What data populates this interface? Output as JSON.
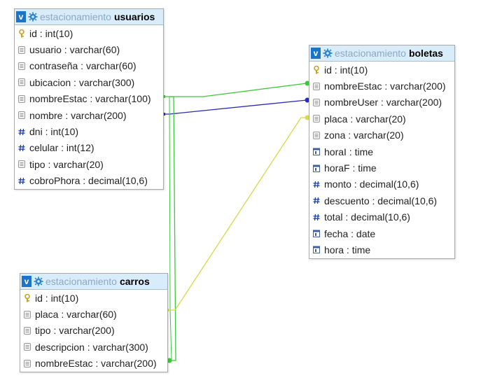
{
  "tables": [
    {
      "id": "usuarios",
      "db": "estacionamiento",
      "name": "usuarios",
      "columns": [
        {
          "text": "id : int(10)",
          "type": "key"
        },
        {
          "text": "usuario : varchar(60)",
          "type": "text"
        },
        {
          "text": "contraseña : varchar(60)",
          "type": "text"
        },
        {
          "text": "ubicacion : varchar(300)",
          "type": "text"
        },
        {
          "text": "nombreEstac : varchar(100)",
          "type": "text"
        },
        {
          "text": "nombre : varchar(200)",
          "type": "text"
        },
        {
          "text": "dni : int(10)",
          "type": "number"
        },
        {
          "text": "celular : int(12)",
          "type": "number"
        },
        {
          "text": "tipo : varchar(20)",
          "type": "text"
        },
        {
          "text": "cobroPhora : decimal(10,6)",
          "type": "number"
        }
      ]
    },
    {
      "id": "boletas",
      "db": "estacionamiento",
      "name": "boletas",
      "columns": [
        {
          "text": "id : int(10)",
          "type": "key"
        },
        {
          "text": "nombreEstac : varchar(200)",
          "type": "text"
        },
        {
          "text": "nombreUser : varchar(200)",
          "type": "text"
        },
        {
          "text": "placa : varchar(20)",
          "type": "text"
        },
        {
          "text": "zona : varchar(20)",
          "type": "text"
        },
        {
          "text": "horaI : time",
          "type": "time"
        },
        {
          "text": "horaF : time",
          "type": "time"
        },
        {
          "text": "monto : decimal(10,6)",
          "type": "number"
        },
        {
          "text": "descuento : decimal(10,6)",
          "type": "number"
        },
        {
          "text": "total : decimal(10,6)",
          "type": "number"
        },
        {
          "text": "fecha : date",
          "type": "time"
        },
        {
          "text": "hora : time",
          "type": "time"
        }
      ]
    },
    {
      "id": "carros",
      "db": "estacionamiento",
      "name": "carros",
      "columns": [
        {
          "text": "id : int(10)",
          "type": "key"
        },
        {
          "text": "placa : varchar(60)",
          "type": "text"
        },
        {
          "text": "tipo : varchar(200)",
          "type": "text"
        },
        {
          "text": "descripcion : varchar(300)",
          "type": "text"
        },
        {
          "text": "nombreEstac : varchar(200)",
          "type": "text"
        }
      ]
    }
  ],
  "toggle_label": "v",
  "colors": {
    "relation_green": "#3cc83c",
    "relation_blue": "#2b2bbd",
    "relation_yellow": "#d8d84a",
    "header_bg": "#d9ecfa",
    "toggle_bg": "#1a74c7",
    "number_icon": "#1f3fa8",
    "key_icon": "#c9a227"
  }
}
